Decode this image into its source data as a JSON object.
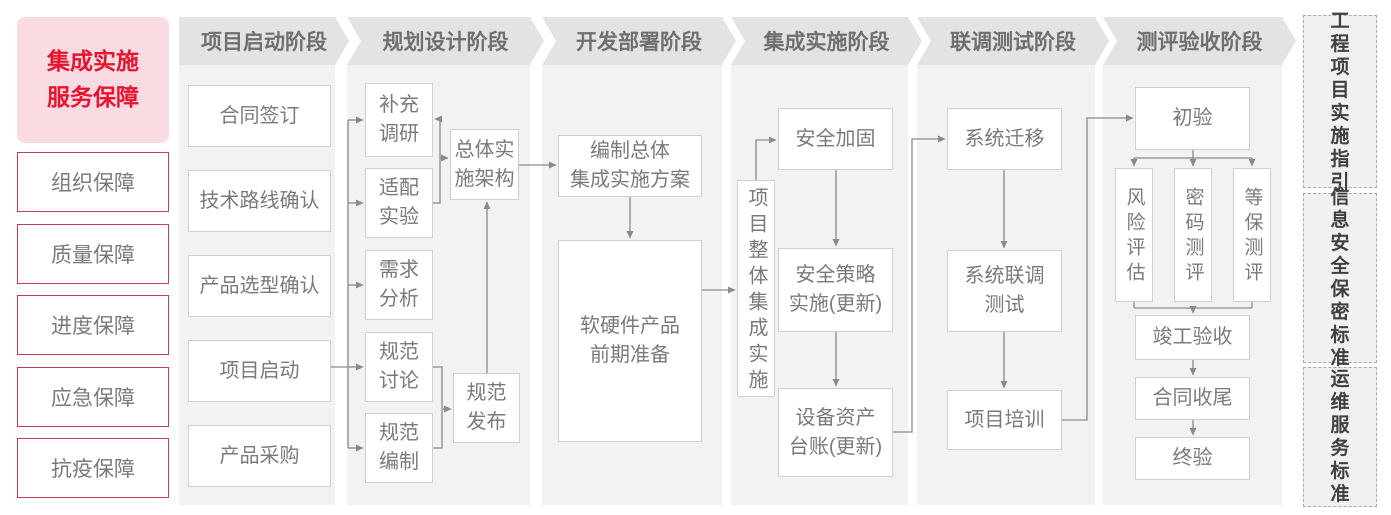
{
  "palette": {
    "accent_red": "#e8132f",
    "sidebar_pink_bg": "#f9dbe1",
    "sidebar_red_border": "#c43d52",
    "phase_header_bg": "#e3e3e4",
    "phase_band_bg": "#f2f2f2",
    "box_border": "#cfcfcf",
    "box_text": "#7a7a7a",
    "header_text": "#6f6f6f",
    "connector": "#8a8a8a",
    "standards_text": "#404040",
    "standards_border": "#a8a8a8",
    "standards_bg": "#f1f1f1"
  },
  "sidebar": {
    "title": "集成实施\n服务保障",
    "items": [
      "组织保障",
      "质量保障",
      "进度保障",
      "应急保障",
      "抗疫保障"
    ]
  },
  "phases": [
    {
      "label": "项目启动阶段",
      "boxes": {
        "contract_signing": "合同签订",
        "tech_route_confirm": "技术路线确认",
        "product_selection_confirm": "产品选型确认",
        "project_kickoff": "项目启动",
        "product_procurement": "产品采购"
      }
    },
    {
      "label": "规划设计阶段",
      "boxes": {
        "supplementary_research": "补充\n调研",
        "adaptation_test": "适配\n实验",
        "requirement_analysis": "需求\n分析",
        "spec_discussion": "规范\n讨论",
        "spec_drafting": "规范\n编制",
        "overall_impl_architecture": "总体实\n施架构",
        "spec_release": "规范\n发布"
      }
    },
    {
      "label": "开发部署阶段",
      "boxes": {
        "overall_integration_plan": "编制总体\n集成实施方案",
        "hw_sw_preparation": "软硬件产品\n前期准备"
      }
    },
    {
      "label": "集成实施阶段",
      "boxes": {
        "overall_project_integration": "项目整体集成实施",
        "security_hardening": "安全加固",
        "security_policy": "安全策略\n实施(更新)",
        "asset_ledger": "设备资产\n台账(更新)"
      }
    },
    {
      "label": "联调测试阶段",
      "boxes": {
        "system_migration": "系统迁移",
        "joint_debugging_test": "系统联调\n测试",
        "project_training": "项目培训"
      }
    },
    {
      "label": "测评验收阶段",
      "boxes": {
        "initial_acceptance": "初验",
        "risk_assessment": "风险评估",
        "crypto_testing": "密码测评",
        "classified_protection_testing": "等保测评",
        "completion_acceptance": "竣工验收",
        "contract_closure": "合同收尾",
        "final_acceptance": "终验"
      }
    }
  ],
  "standards": {
    "project_guide": "工程\n项目\n实施\n指引",
    "security_standard": "信息\n安全\n保密\n标准",
    "om_standard": "运维\n服务\n标准"
  }
}
